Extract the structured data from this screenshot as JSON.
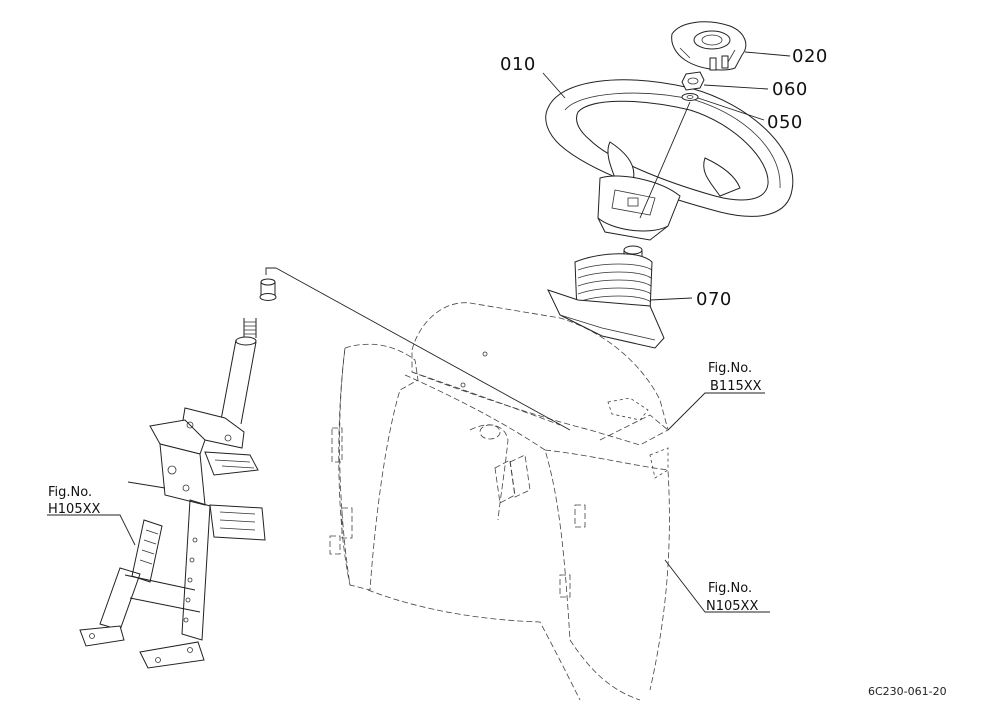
{
  "diagram": {
    "parts": [
      {
        "id": "steering-wheel",
        "number": "010"
      },
      {
        "id": "center-cap",
        "number": "020"
      },
      {
        "id": "nut",
        "number": "060"
      },
      {
        "id": "washer",
        "number": "050"
      },
      {
        "id": "boot",
        "number": "070"
      }
    ],
    "figure_refs": [
      {
        "id": "ref-b",
        "prefix": "Fig.No.",
        "code": "B115XX"
      },
      {
        "id": "ref-h",
        "prefix": "Fig.No.",
        "code": "H105XX"
      },
      {
        "id": "ref-n",
        "prefix": "Fig.No.",
        "code": "N105XX"
      }
    ],
    "drawing_code": "6C230-061-20"
  }
}
